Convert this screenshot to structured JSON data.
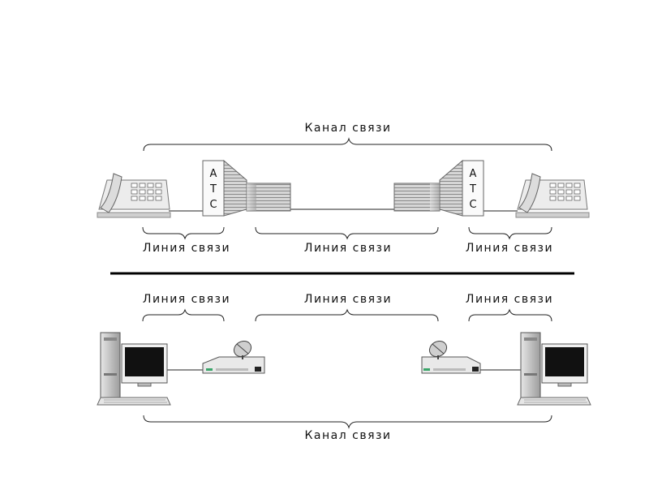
{
  "top_section": {
    "channel_label": "Канал связи",
    "line_labels": [
      "Линия связи",
      "Линия связи",
      "Линия связи"
    ],
    "exchange_left": {
      "letters": [
        "А",
        "Т",
        "С"
      ]
    },
    "exchange_right": {
      "letters": [
        "А",
        "Т",
        "С"
      ]
    }
  },
  "bottom_section": {
    "channel_label": "Канал связи",
    "line_labels": [
      "Линия связи",
      "Линия связи",
      "Линия связи"
    ]
  },
  "colors": {
    "line": "#222222",
    "device_fill": "#f2f2f2",
    "device_shade": "#bdbdbd",
    "screen": "#111111",
    "led_green": "#3aa56a"
  }
}
